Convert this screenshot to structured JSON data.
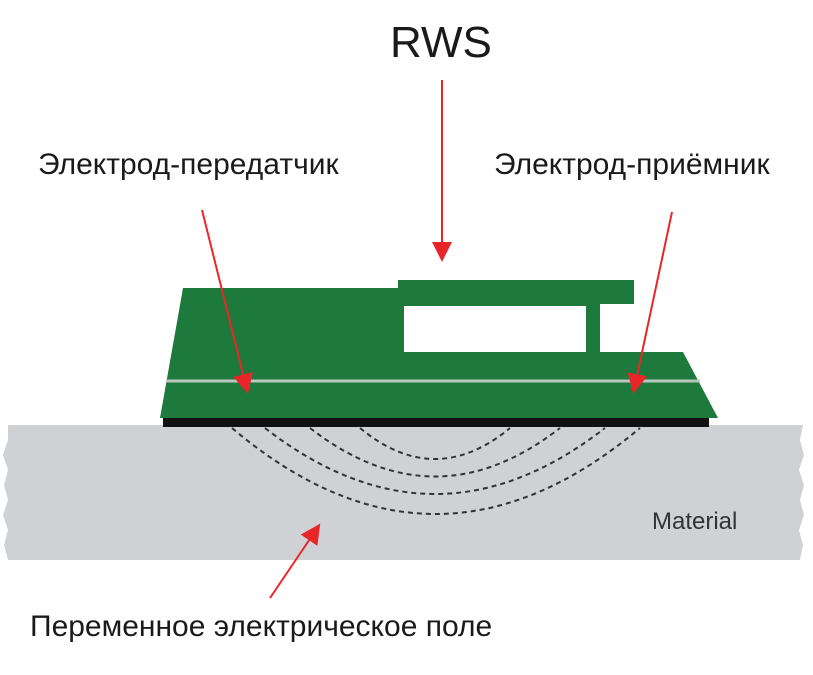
{
  "title": "RWS",
  "labels": {
    "transmitter": "Электрод-передатчик",
    "receiver": "Электрод-приёмник",
    "material": "Material",
    "field": "Переменное электрическое поле"
  },
  "colors": {
    "sensor_green": "#1e7a3c",
    "arrow_red": "#e8262a",
    "material_gray": "#cfd1d4",
    "electrode_black": "#111111",
    "field_lines": "#333333"
  }
}
